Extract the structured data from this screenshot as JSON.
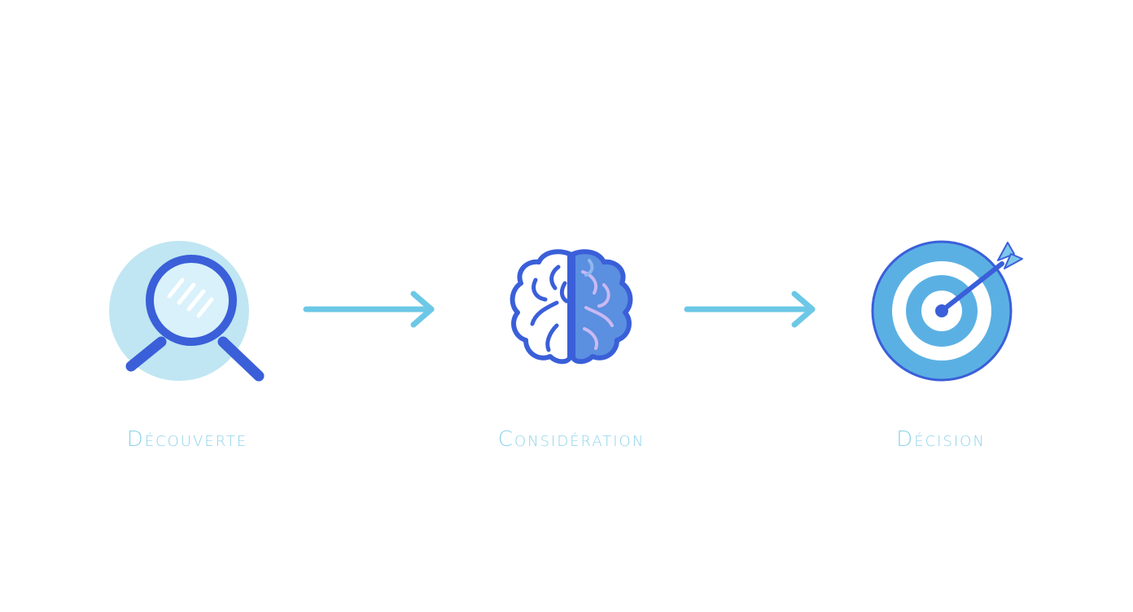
{
  "steps": [
    {
      "label": "Découverte",
      "icon": "magnifying-glass-icon"
    },
    {
      "label": "Considération",
      "icon": "brain-icon"
    },
    {
      "label": "Décision",
      "icon": "target-icon"
    }
  ],
  "connectors": [
    {
      "icon": "arrow-right-icon"
    },
    {
      "icon": "arrow-right-icon"
    }
  ],
  "colors": {
    "primary_blue": "#3a5fd9",
    "light_blue": "#5bb0e3",
    "pale_blue": "#bfe6f2",
    "arrow": "#6cc8e6",
    "label": "#8fd3ea"
  }
}
